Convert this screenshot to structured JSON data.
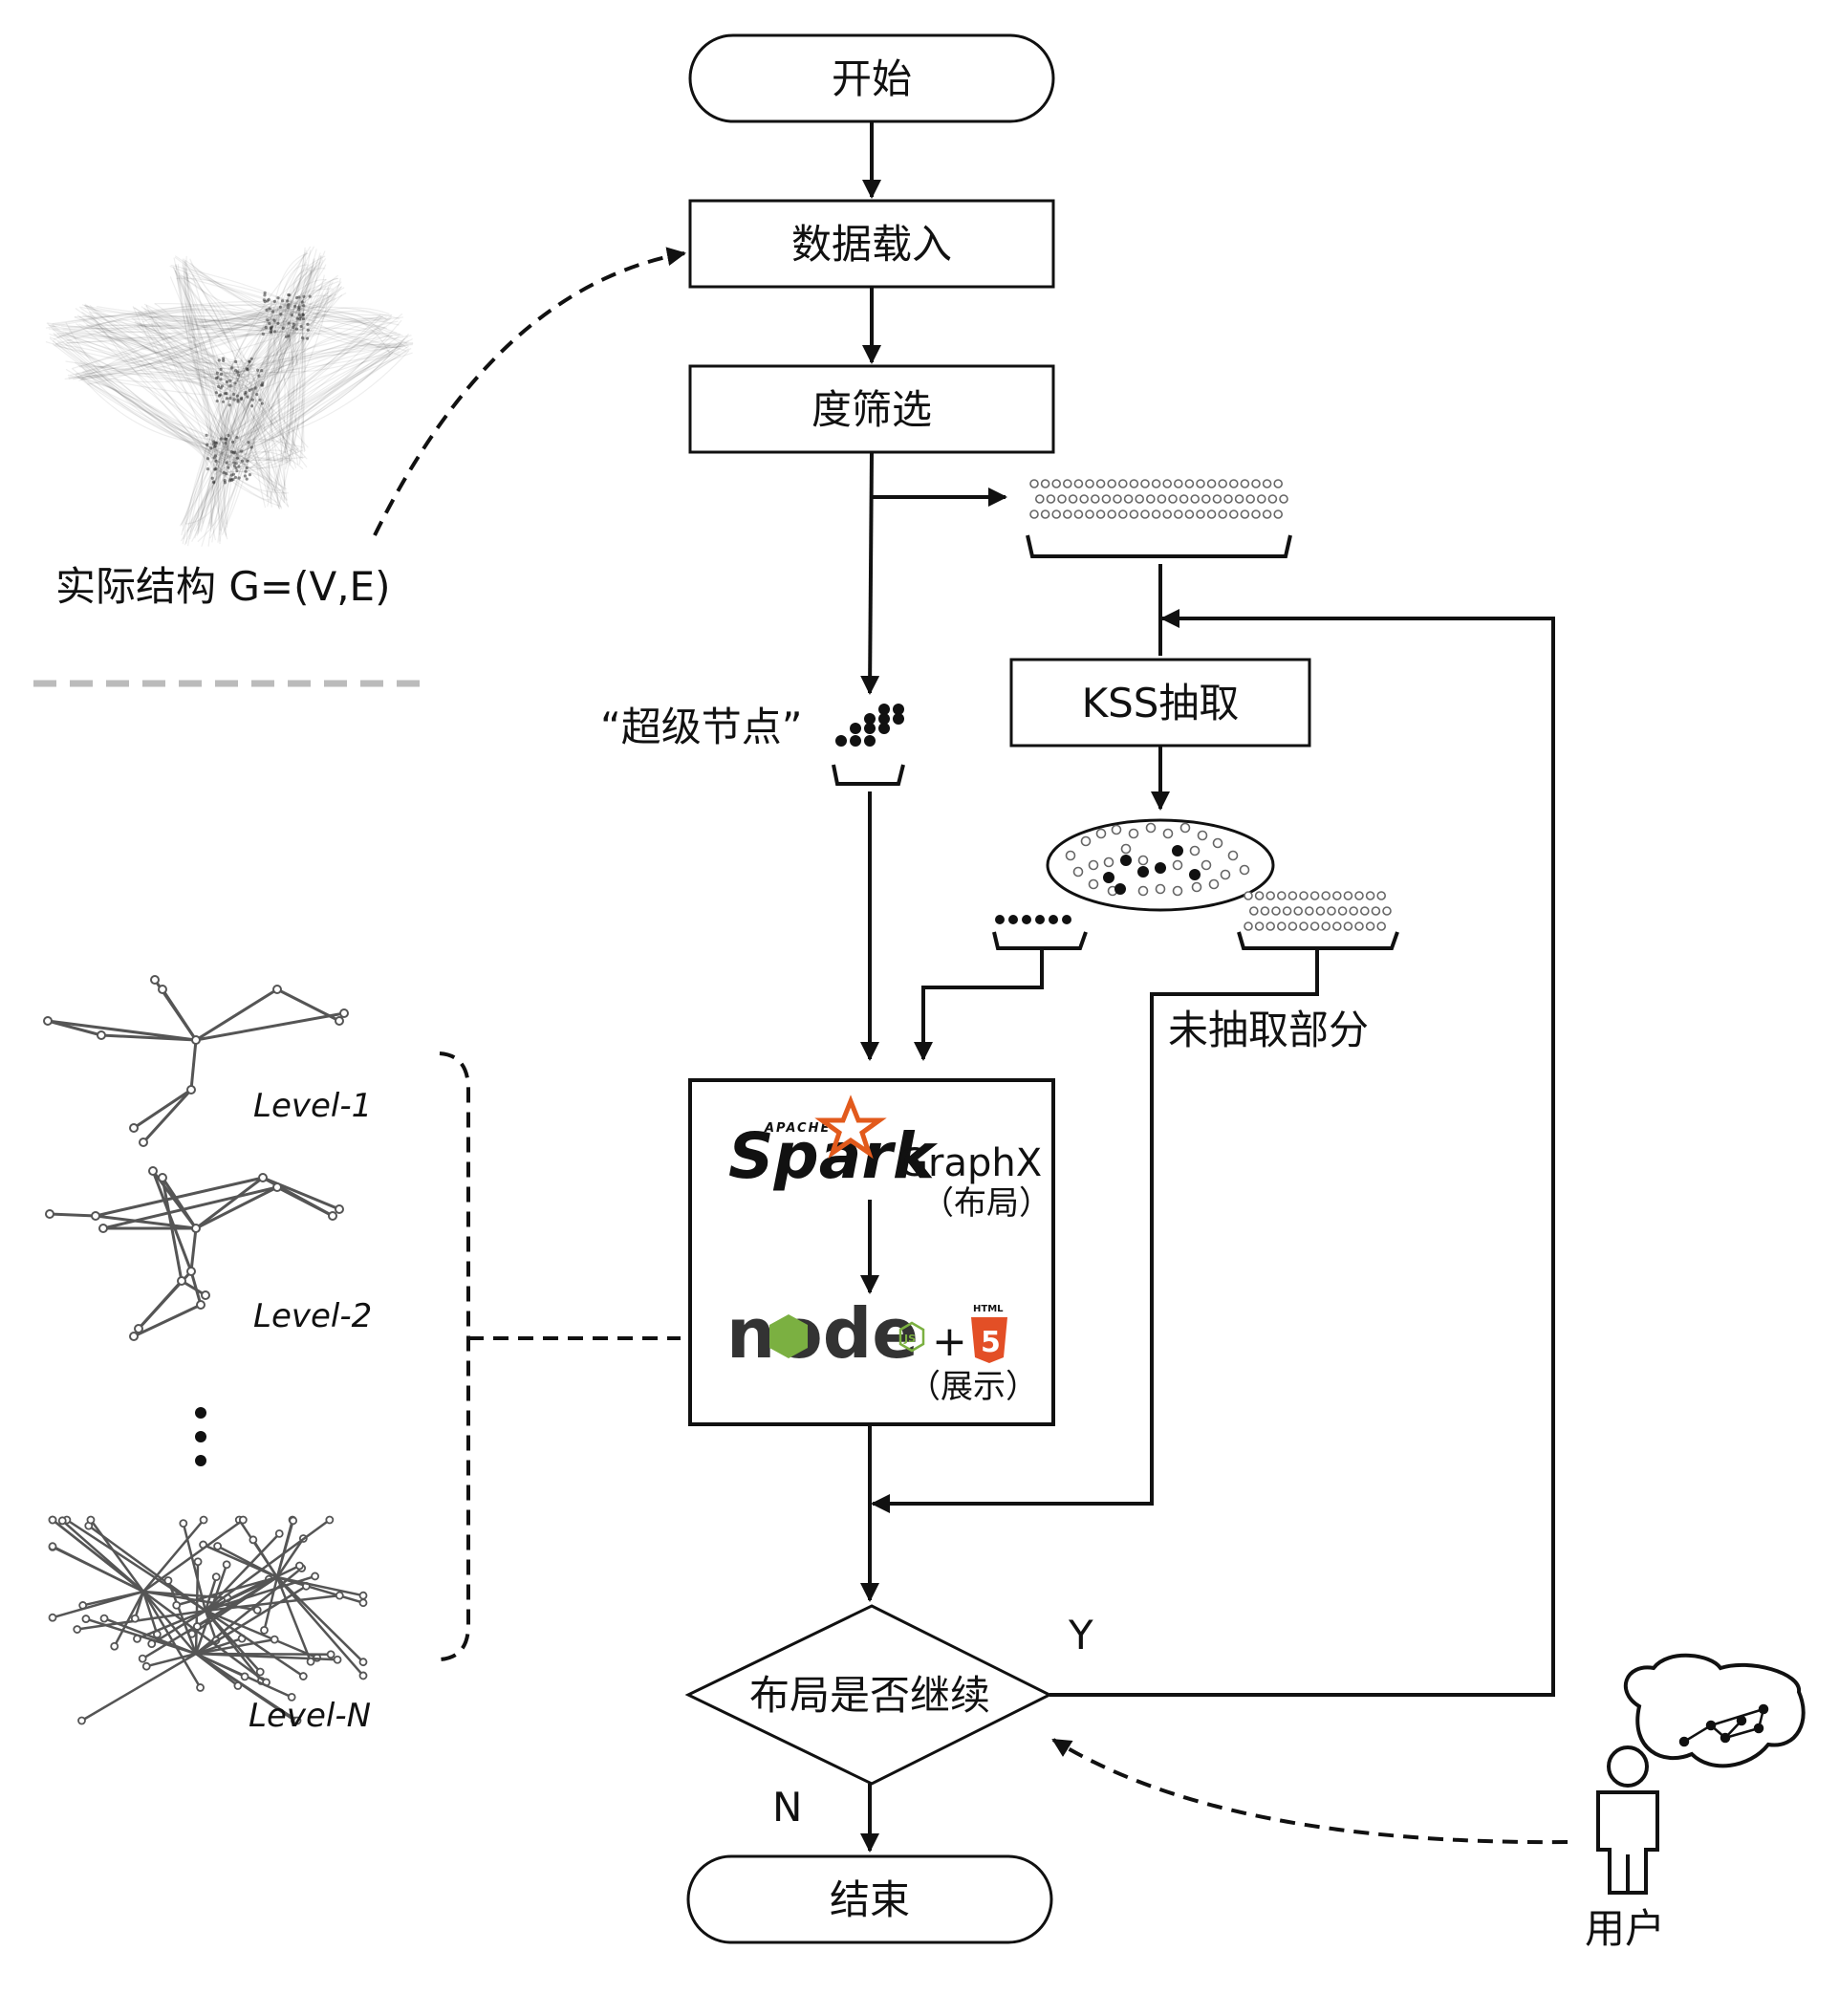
{
  "flowchart": {
    "start": "开始",
    "load": "数据载入",
    "filter": "度筛选",
    "super_nodes": "“超级节点”",
    "kss": "KSS抽取",
    "unextracted": "未抽取部分",
    "layout_decision": "布局是否继续",
    "yes": "Y",
    "no": "N",
    "end": "结束",
    "user": "用户"
  },
  "actual_structure": {
    "label": "实际结构 G=(V,E)"
  },
  "tools": {
    "spark_apache": "APACHE",
    "spark_name": "Spark",
    "graphx": "GraphX",
    "layout_note": "（布局）",
    "node_name": "node",
    "js_badge": "JS",
    "plus": "+",
    "html5_tag": "HTML",
    "html5_digit": "5",
    "display_note": "（展示）"
  },
  "levels": [
    {
      "label": "Level-1"
    },
    {
      "label": "Level-2"
    },
    {
      "label": "Level-N"
    }
  ],
  "colors": {
    "line": "#111111",
    "separator": "#bbbbbb",
    "graph_edge": "#555555",
    "spark_star": "#e25a1c",
    "node_green": "#7bb041",
    "html5_orange": "#e34f26"
  }
}
